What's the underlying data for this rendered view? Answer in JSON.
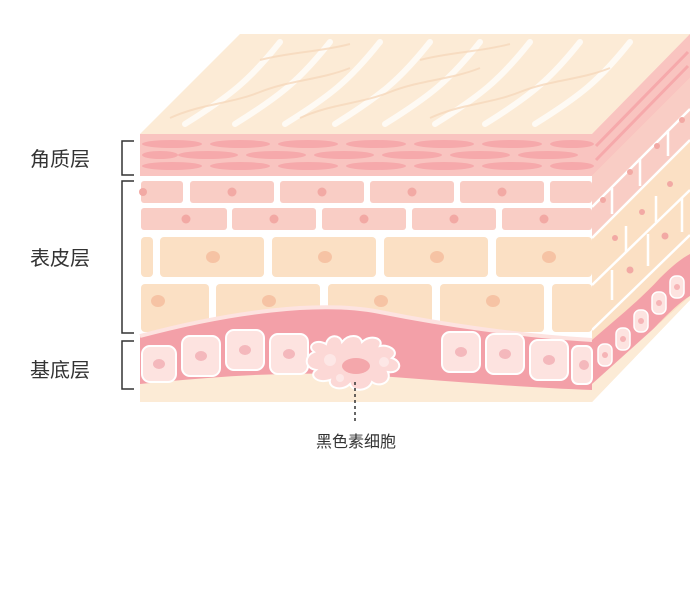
{
  "layers": [
    {
      "label": "角质层"
    },
    {
      "label": "表皮层"
    },
    {
      "label": "基底层"
    }
  ],
  "callout": {
    "label": "黑色素细胞"
  },
  "colors": {
    "top_surface": "#fcebd6",
    "stratum_corneum": "#f9c4c0",
    "corneum_cell": "#f6a9ab",
    "pink_cell": "#f9cdc5",
    "peach_cell": "#fbe0c4",
    "nucleus": "#f2a9a4",
    "basal_band": "#f3a0a8",
    "basal_cell": "#fde3e0",
    "melanocyte": "#fcd8d6",
    "bracket": "#333333",
    "text": "#333333"
  },
  "icons": [
    "bracket-icon"
  ]
}
